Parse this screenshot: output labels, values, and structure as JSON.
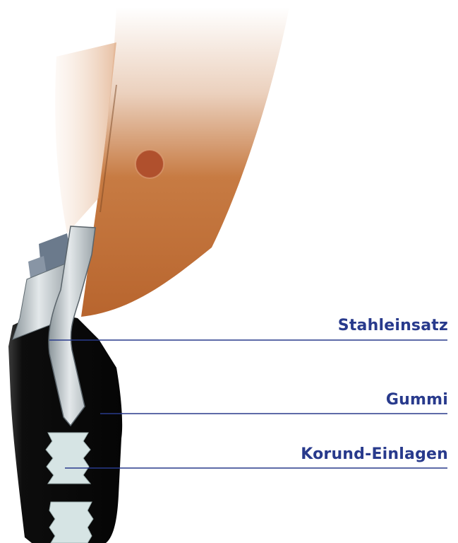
{
  "labels": {
    "steel_insert": "Stahleinsatz",
    "rubber": "Gummi",
    "corundum_inserts": "Korund-Einlagen"
  },
  "colors": {
    "label_text": "#283a8c",
    "leader_line": "#283a8c",
    "blade": "#c67a43",
    "rubber": "#111111",
    "steel": "#b9c0c4",
    "corundum": "#d6e4e4"
  }
}
